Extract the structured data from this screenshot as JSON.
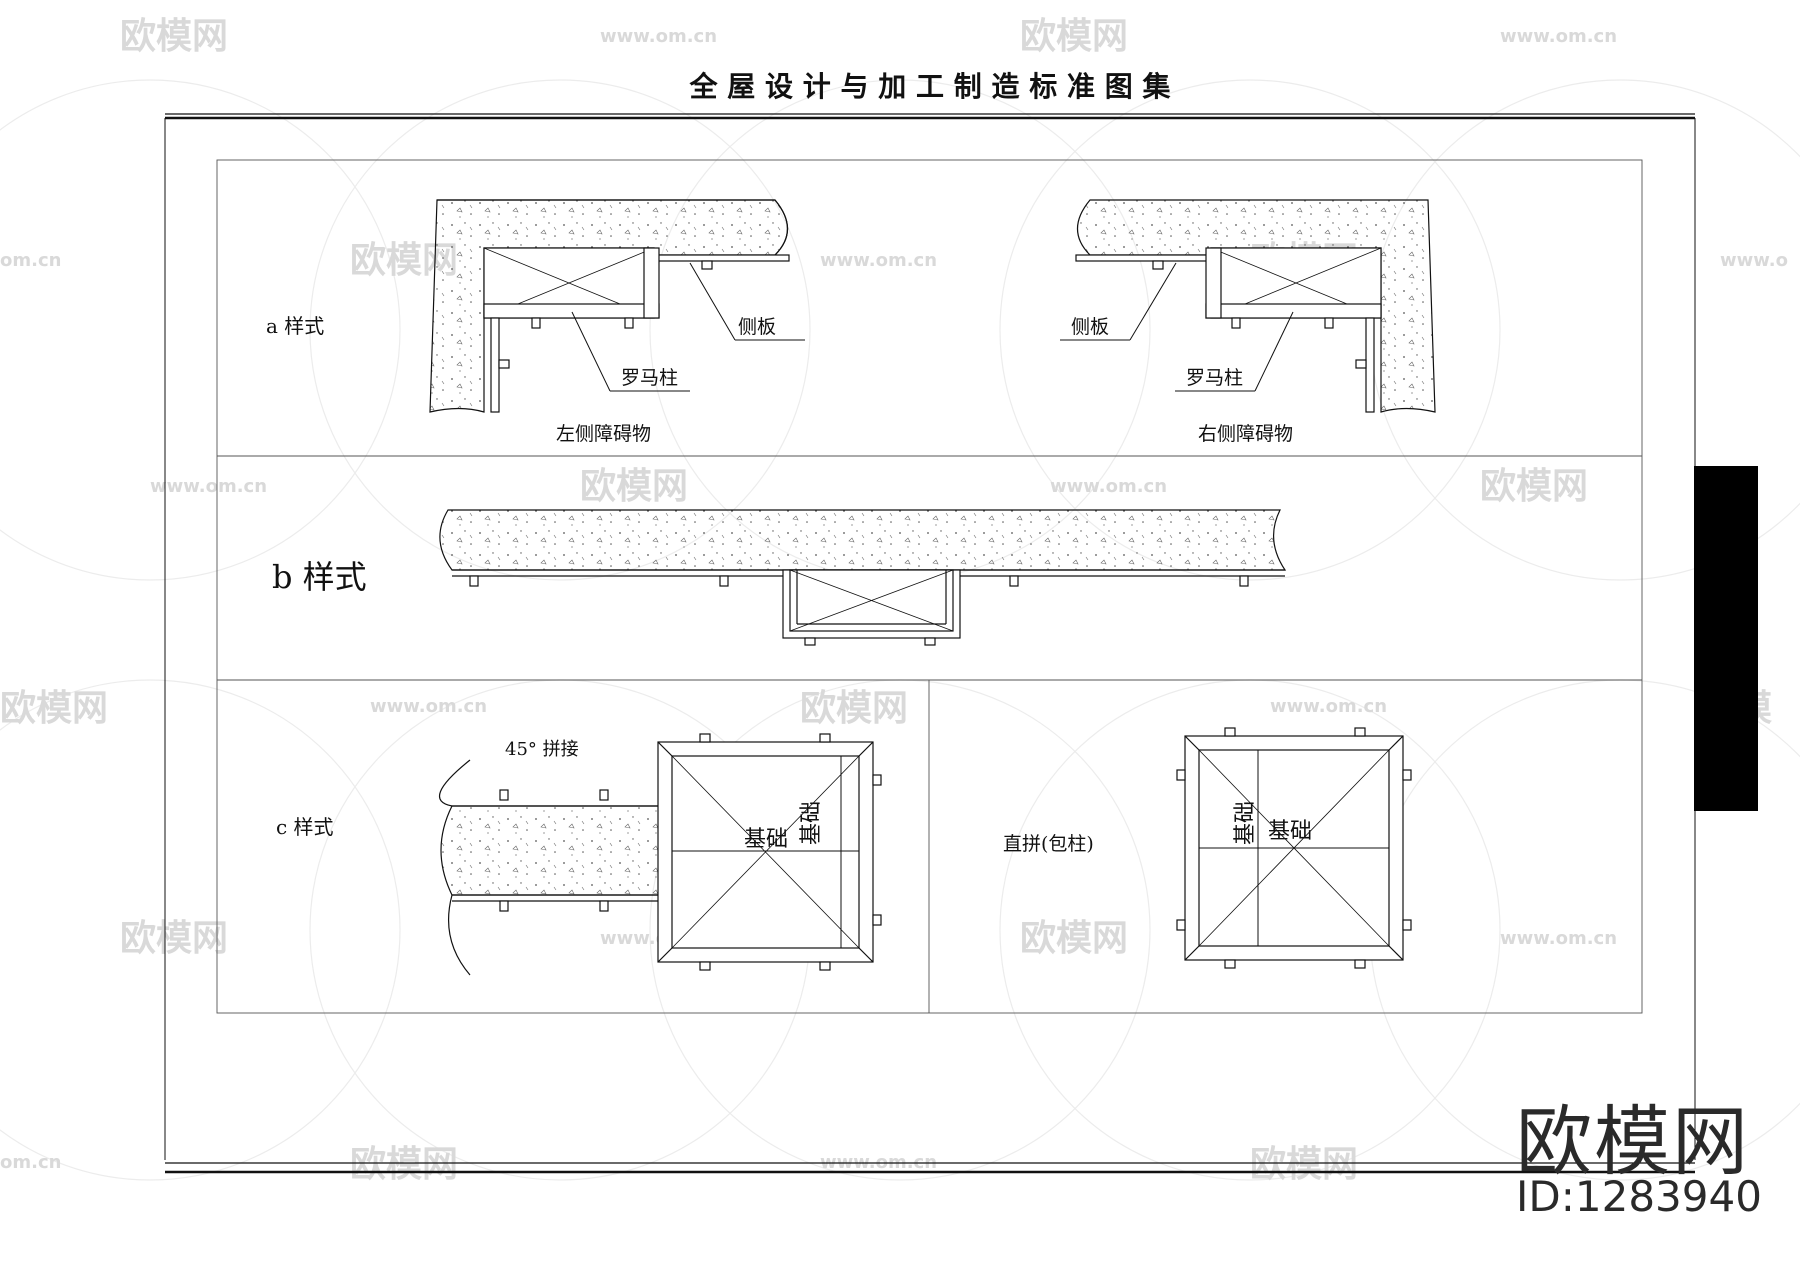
{
  "header": {
    "title": "全 屋 设 计 与 加 工 制 造 标 准 图 集"
  },
  "section_a": {
    "label": "a 样式",
    "left": {
      "side_panel": "侧板",
      "column": "罗马柱",
      "caption": "左侧障碍物"
    },
    "right": {
      "side_panel": "侧板",
      "column": "罗马柱",
      "caption": "右侧障碍物"
    }
  },
  "section_b": {
    "label": "b 样式"
  },
  "section_c": {
    "label": "c 样式",
    "left": {
      "joint": "45° 拼接",
      "base_h": "基础",
      "base_v": "基础"
    },
    "right": {
      "caption": "直拼(包柱)",
      "base_h": "基础",
      "base_v": "基础"
    }
  },
  "watermark": {
    "brand": "欧模网",
    "site": "www.om.cn",
    "id": "ID:1283940"
  },
  "colors": {
    "line": "#111111",
    "watermark": "#d9d9d9",
    "tab": "#000000"
  }
}
